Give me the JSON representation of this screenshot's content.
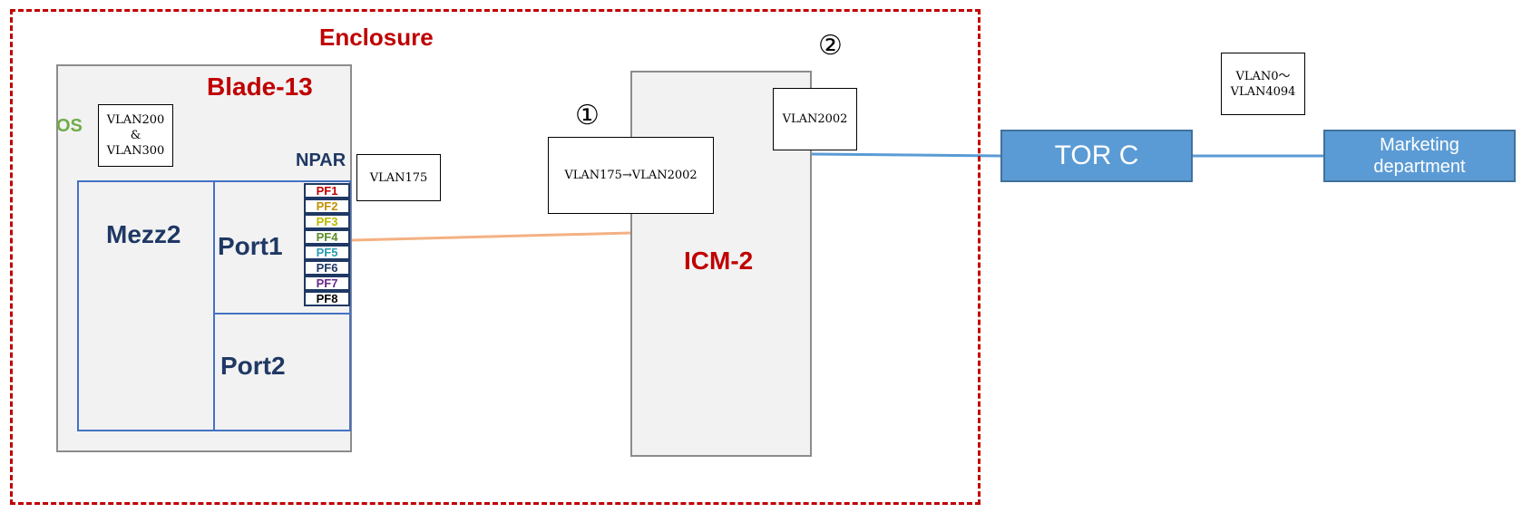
{
  "enclosure": {
    "label": "Enclosure"
  },
  "blade": {
    "label": "Blade-13",
    "os_label": "OS",
    "os_vlan_line1": "VLAN200",
    "os_vlan_line2": "&",
    "os_vlan_line3": "VLAN300"
  },
  "npar": {
    "label": "NPAR",
    "vlan": "VLAN175"
  },
  "mezz": {
    "label": "Mezz2",
    "port1": "Port1",
    "port2": "Port2"
  },
  "pfs": [
    {
      "label": "PF1",
      "color": "#c00000"
    },
    {
      "label": "PF2",
      "color": "#c09000"
    },
    {
      "label": "PF3",
      "color": "#b8b800"
    },
    {
      "label": "PF4",
      "color": "#5b8a2a"
    },
    {
      "label": "PF5",
      "color": "#2a9bb0"
    },
    {
      "label": "PF6",
      "color": "#1f3864"
    },
    {
      "label": "PF7",
      "color": "#6a2a8a"
    },
    {
      "label": "PF8",
      "color": "#000000"
    }
  ],
  "icm": {
    "label": "ICM-2",
    "translation": "VLAN175→VLAN2002",
    "uplink_vlan": "VLAN2002"
  },
  "markers": {
    "one": "①",
    "two": "②"
  },
  "tor": {
    "label": "TOR C",
    "vlan_line1": "VLAN0～",
    "vlan_line2": "VLAN4094"
  },
  "marketing": {
    "line1": "Marketing",
    "line2": "department"
  },
  "colors": {
    "enclosure": "#c00000",
    "link_blade": "#f4b183",
    "link_uplink": "#5b9bd5"
  }
}
